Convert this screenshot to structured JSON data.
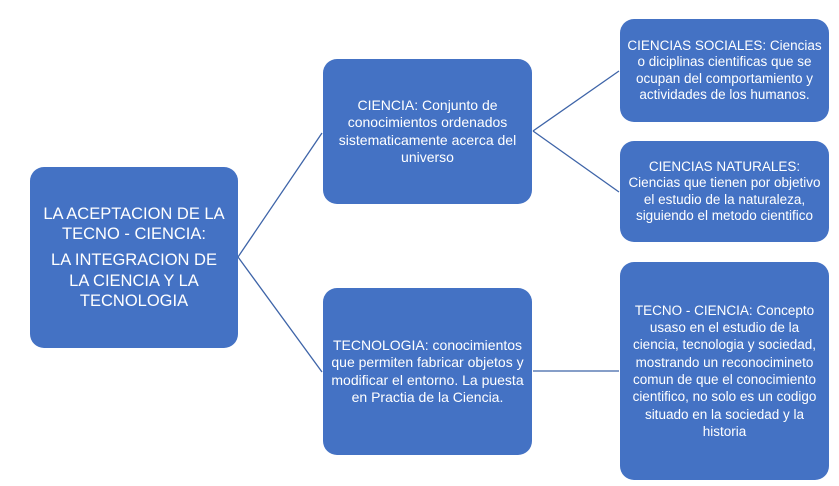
{
  "diagram": {
    "type": "concept-map",
    "colors": {
      "node_fill": "#4472c4",
      "node_text": "#ffffff",
      "connector": "#3e64a8",
      "background": "#ffffff"
    },
    "root": {
      "title": "LA ACEPTACION DE LA TECNO - CIENCIA:",
      "subtitle": "LA INTEGRACION DE LA CIENCIA Y LA TECNOLOGIA"
    },
    "branches": [
      {
        "text": "CIENCIA: Conjunto de conocimientos ordenados sistematicamente acerca del universo",
        "children": [
          {
            "text": "CIENCIAS SOCIALES: Ciencias o diciplinas cientificas que se ocupan del comportamiento y actividades de los humanos."
          },
          {
            "text": "CIENCIAS NATURALES: Ciencias que tienen por objetivo el estudio de la naturaleza, siguiendo el metodo cientifico"
          }
        ]
      },
      {
        "text": "TECNOLOGIA: conocimientos que permiten fabricar objetos y modificar el entorno. La puesta en Practia de la Ciencia.",
        "children": [
          {
            "text": "TECNO - CIENCIA: Concepto usaso en el estudio de la ciencia, tecnologia y sociedad, mostrando un reconocimineto comun de que el conocimiento cientifico, no solo es un codigo situado en la sociedad y la historia"
          }
        ]
      }
    ]
  }
}
